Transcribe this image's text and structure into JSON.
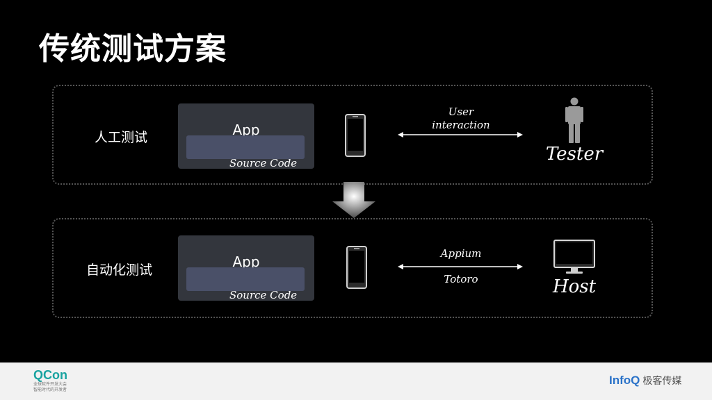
{
  "slide": {
    "title": "传统测试方案"
  },
  "rows": [
    {
      "label": "人工测试",
      "app_title": "App",
      "source_label": "Source Code",
      "connection_label_1": "User",
      "connection_label_2": "interaction",
      "actor_label": "Tester",
      "actor_icon": "person-icon"
    },
    {
      "label": "自动化测试",
      "app_title": "App",
      "source_label": "Source Code",
      "connection_label_1": "Appium",
      "connection_label_2": "Totoro",
      "actor_label": "Host",
      "actor_icon": "monitor-icon"
    }
  ],
  "footer": {
    "left_logo": "QCon",
    "left_logo_sub_1": "全球软件开发大会",
    "left_logo_sub_2": "智能时代的开发者",
    "right_logo": "InfoQ",
    "right_logo_cn": "极客传媒"
  },
  "colors": {
    "background": "#000000",
    "panel_border": "#555555",
    "app_box": "#33363d",
    "source_bar": "#4a5068",
    "qcon_brand": "#19a3a0",
    "infoq_brand": "#2a72c8"
  }
}
